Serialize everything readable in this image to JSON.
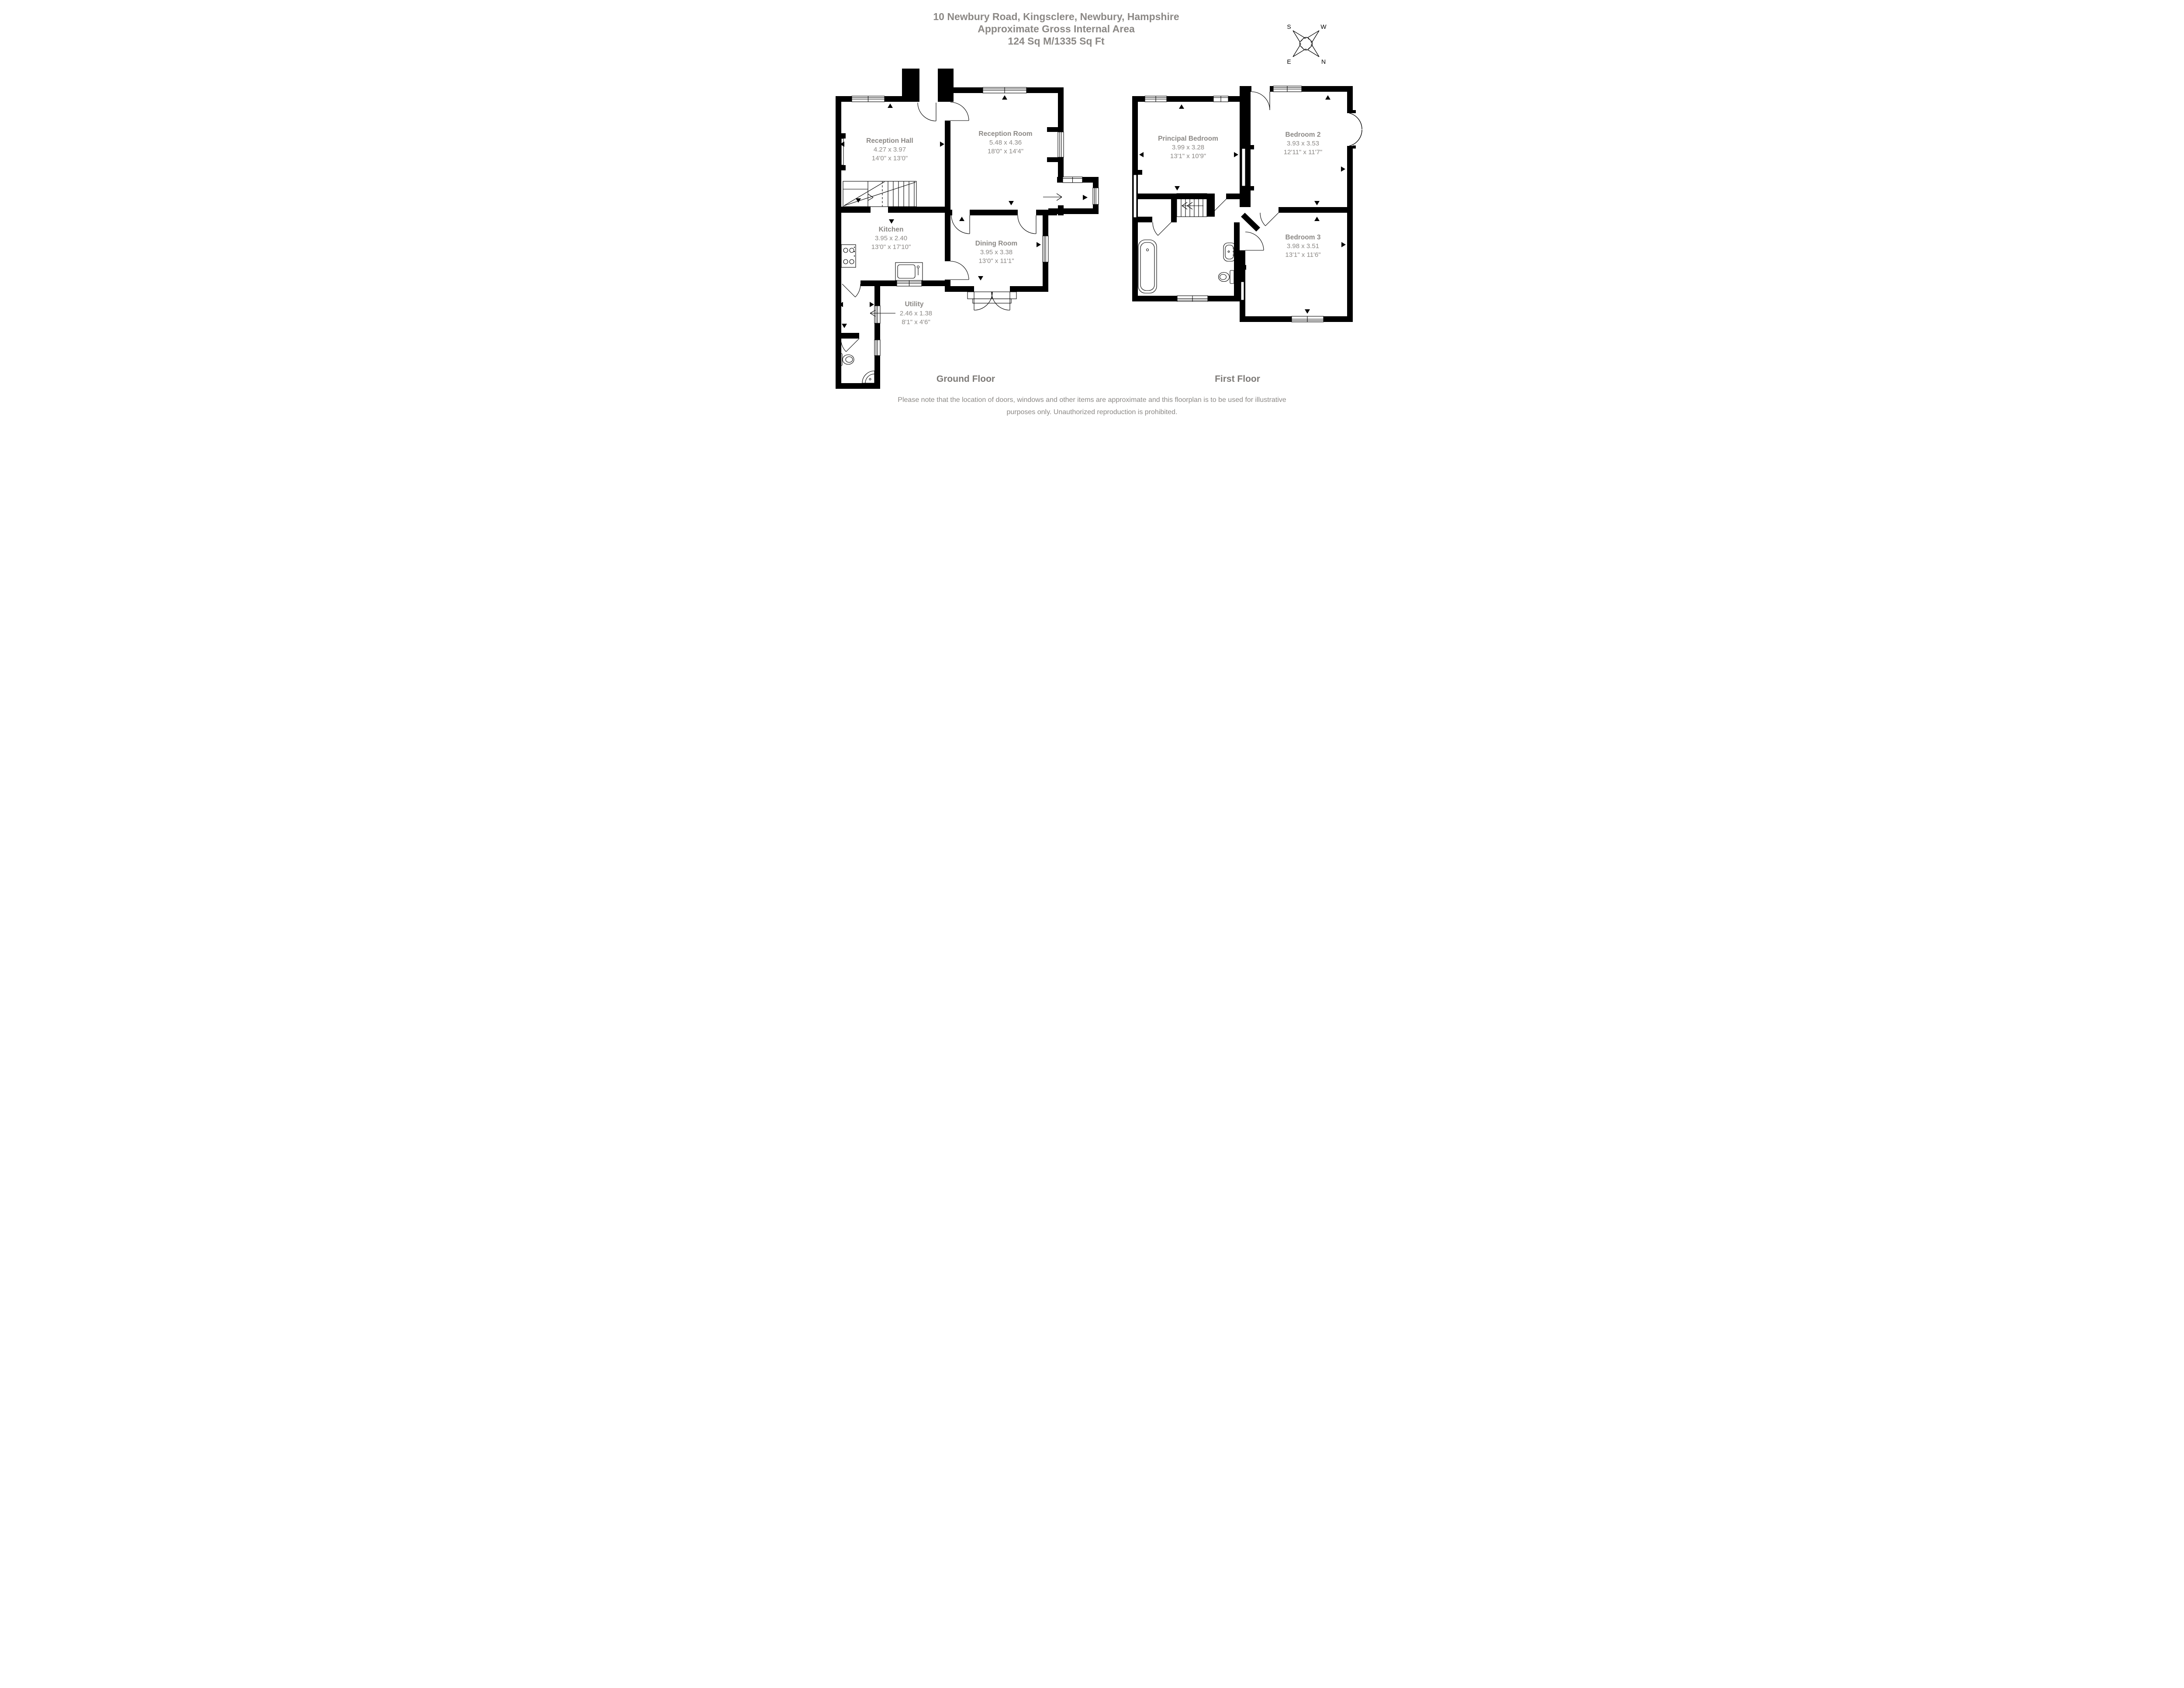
{
  "title": {
    "line1": "10 Newbury Road, Kingsclere, Newbury, Hampshire",
    "line2": "Approximate Gross Internal Area",
    "line3": "124 Sq M/1335 Sq Ft"
  },
  "compass": {
    "s": "S",
    "w": "W",
    "e": "E",
    "n": "N"
  },
  "ground_floor": {
    "label": "Ground Floor",
    "rooms": {
      "reception_hall": {
        "name": "Reception Hall",
        "metric": "4.27 x 3.97",
        "imperial": "14'0\" x 13'0\""
      },
      "reception_room": {
        "name": "Reception Room",
        "metric": "5.48 x 4.36",
        "imperial": "18'0\" x 14'4\""
      },
      "kitchen": {
        "name": "Kitchen",
        "metric": "3.95 x 2.40",
        "imperial": "13'0\" x 17'10\""
      },
      "dining_room": {
        "name": "Dining Room",
        "metric": "3.95 x 3.38",
        "imperial": "13'0\" x 11'1\""
      },
      "utility": {
        "name": "Utility",
        "metric": "2.46 x 1.38",
        "imperial": "8'1\" x 4'6\""
      }
    }
  },
  "first_floor": {
    "label": "First Floor",
    "rooms": {
      "principal_bedroom": {
        "name": "Principal Bedroom",
        "metric": "3.99 x 3.28",
        "imperial": "13'1\" x 10'9\""
      },
      "bedroom_2": {
        "name": "Bedroom 2",
        "metric": "3.93 x 3.53",
        "imperial": "12'11\" x 11'7\""
      },
      "bedroom_3": {
        "name": "Bedroom 3",
        "metric": "3.98 x 3.51",
        "imperial": "13'1\" x 11'6\""
      }
    }
  },
  "disclaimer": {
    "line1": "Please note that the location of doors, windows and other items are approximate and this floorplan is to be used for illustrative",
    "line2": "purposes only. Unauthorized reproduction is prohibited."
  },
  "colors": {
    "wall": "#000000",
    "text": "#8b8885"
  }
}
